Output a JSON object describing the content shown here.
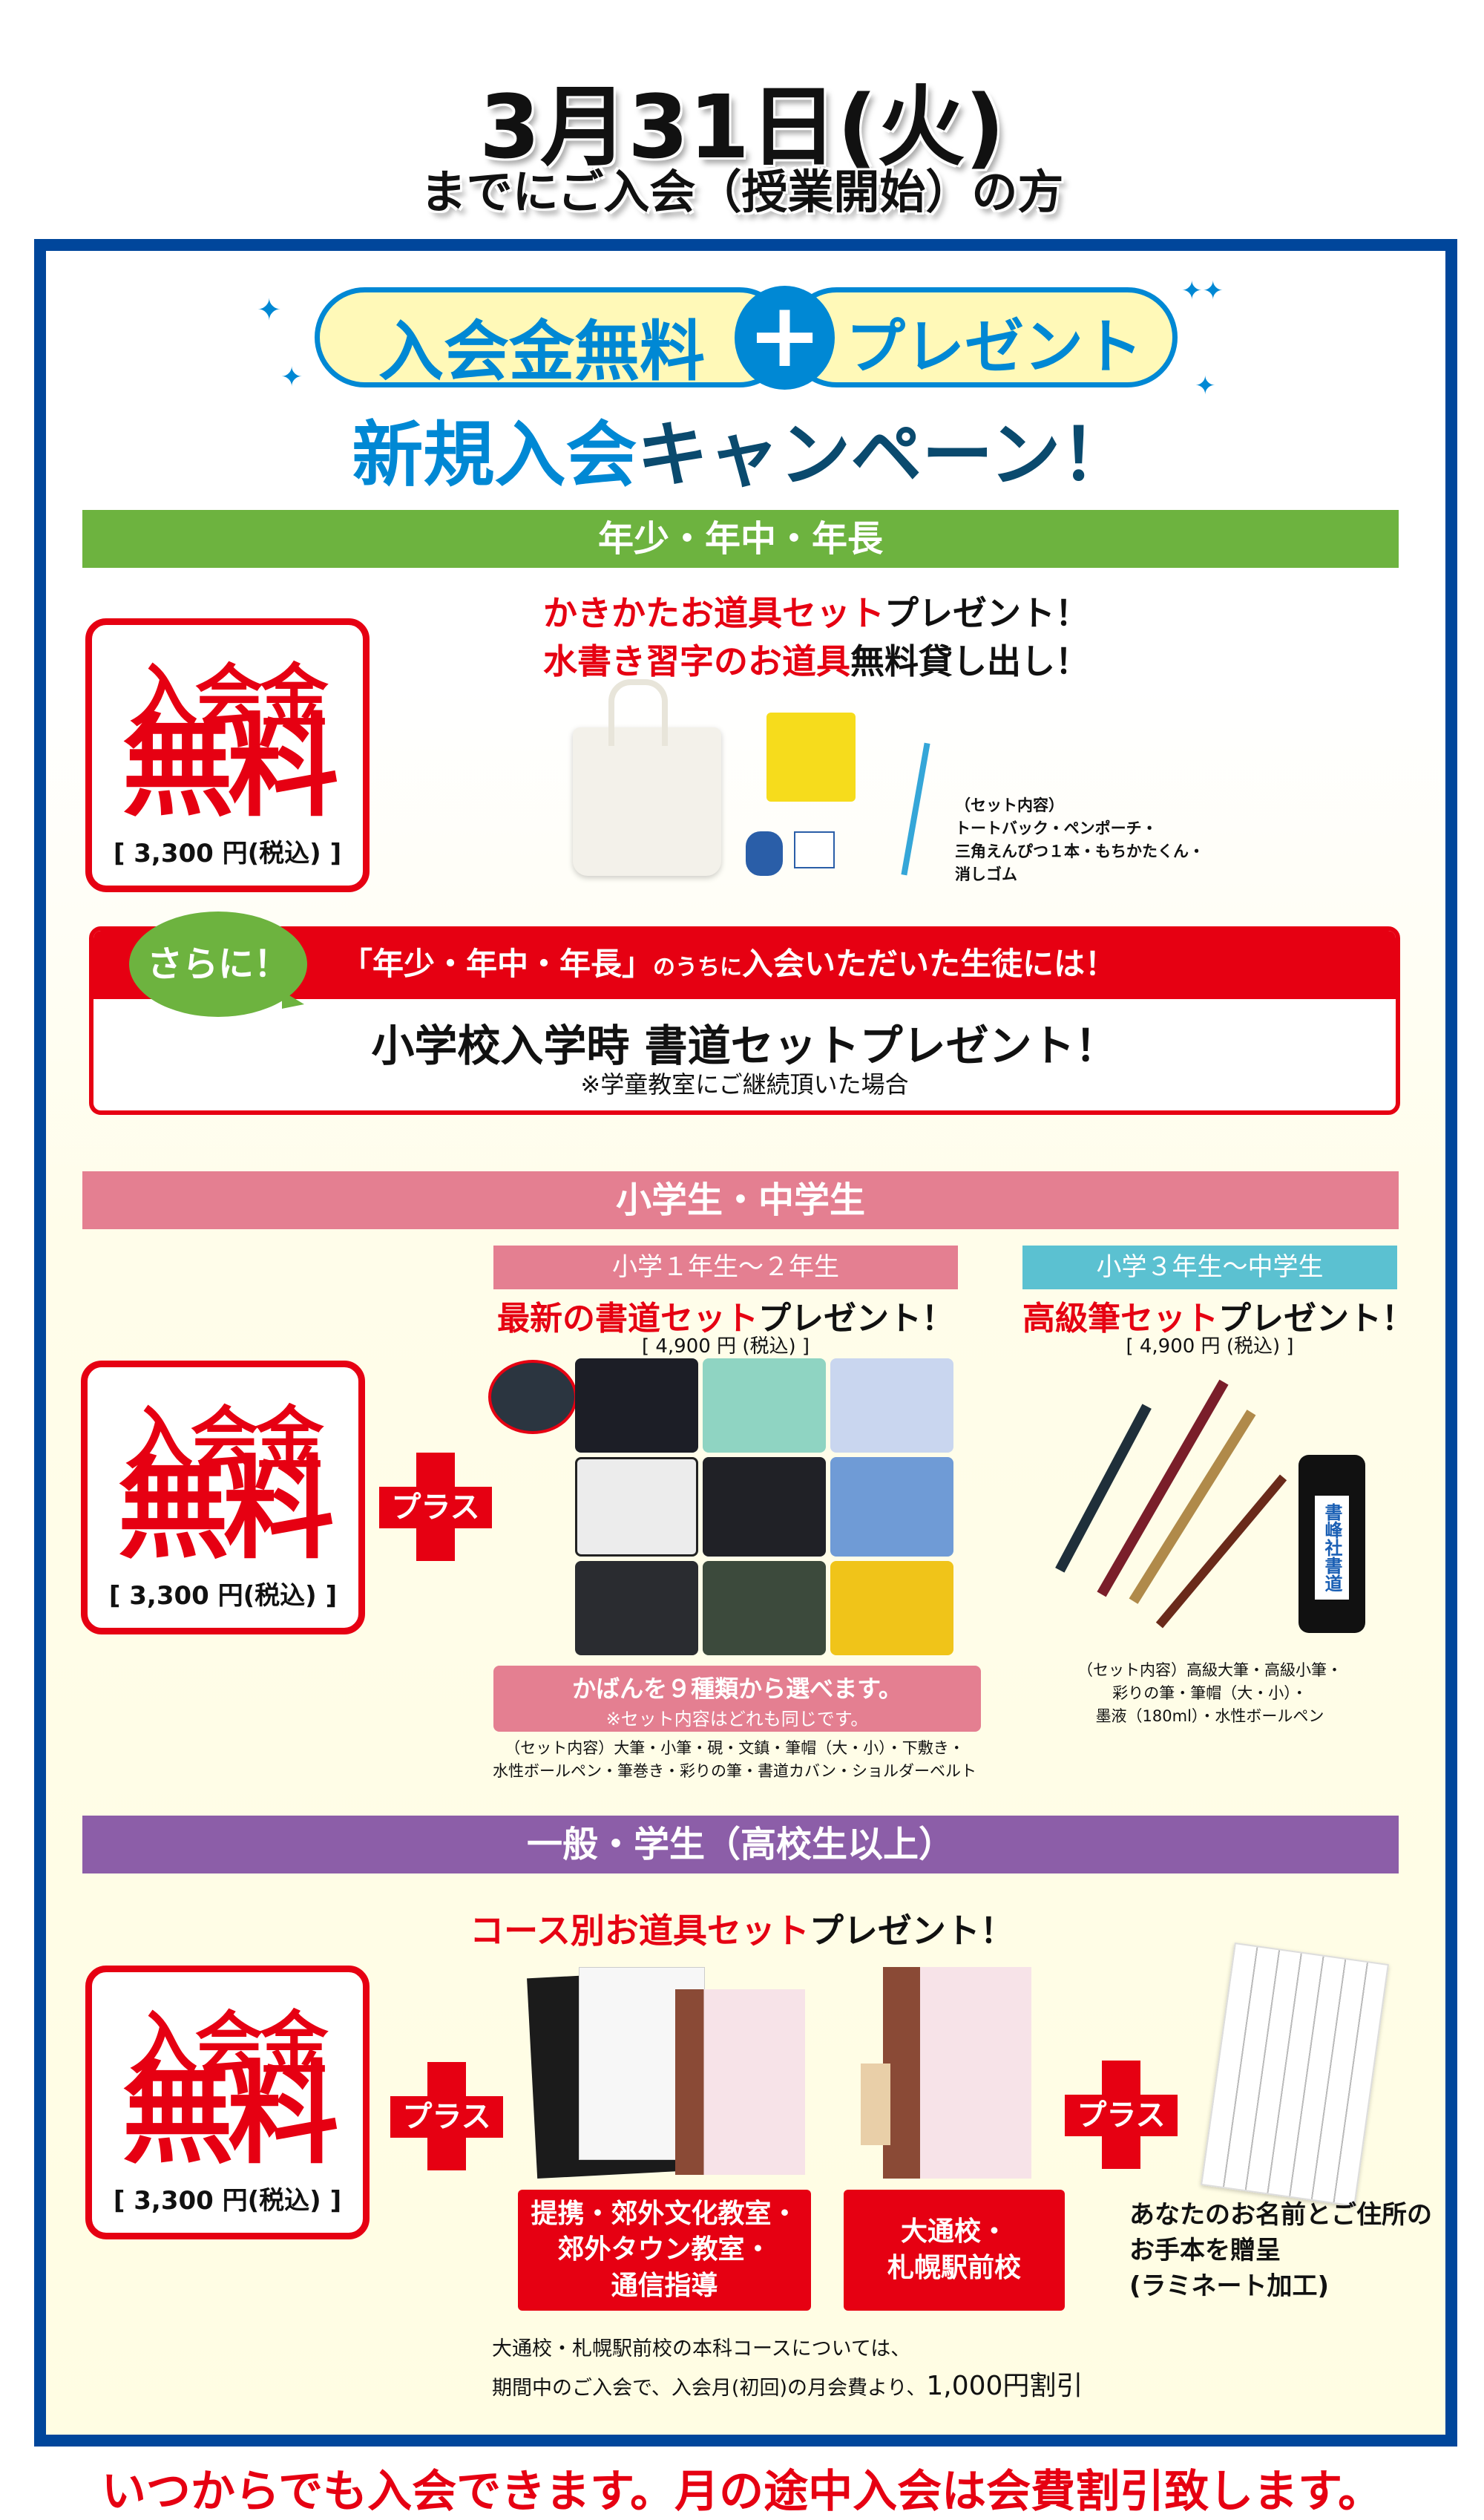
{
  "header": {
    "date": "3月31日(火)",
    "subtitle": "までにご入会（授業開始）の方"
  },
  "campaign": {
    "pill_left": "入会金無料",
    "plus": "+",
    "pill_right": "プレゼント",
    "title_a": "新規入会",
    "title_b": "キャンペーン！"
  },
  "colors": {
    "frame": "#00469b",
    "red": "#e60012",
    "green": "#6db33f",
    "pink": "#e47f91",
    "teal": "#5bc1d1",
    "purple": "#8c5ea8",
    "blue": "#0088d4"
  },
  "free_badge": {
    "line1": "入会金",
    "line2": "無料",
    "price": "[ 3,300 円(税込) ]"
  },
  "plus_label": "プラス",
  "preschool": {
    "bar": "年少・年中・年長",
    "heading1_red": "かきかたお道具セット",
    "heading1_black": "プレゼント！",
    "heading2_red": "水書き習字のお道具",
    "heading2_black": "無料貸し出し！",
    "contents": [
      "（セット内容）",
      "トートバック・ペンポーチ・",
      "三角えんぴつ１本・もちかたくん・",
      "消しゴム"
    ],
    "extra": {
      "bubble": "さらに！",
      "banner_a": "「年少・年中・年長」",
      "banner_b": "のうちに",
      "banner_c": "入会いただいた生徒には！",
      "main": "小学校入学時 書道セットプレゼント！",
      "note": "※学童教室にご継続頂いた場合"
    }
  },
  "elementary": {
    "bar": "小学生・中学生",
    "left": {
      "tag": "小学１年生〜２年生",
      "heading_red": "最新の書道セット",
      "heading_black": "プレゼント！",
      "price": "[ 4,900 円 (税込) ]",
      "caption1": "かばんを９種類から選べます。",
      "caption2": "※セット内容はどれも同じです。",
      "contents": [
        "（セット内容）大筆・小筆・硯・文鎮・筆帽（大・小）・下敷き・",
        "水性ボールペン・筆巻き・彩りの筆・書道カバン・ショルダーベルト"
      ]
    },
    "right": {
      "tag": "小学３年生〜中学生",
      "heading_red": "高級筆セット",
      "heading_black": "プレゼント！",
      "price": "[ 4,900 円 (税込) ]",
      "bottle_label": "書峰社書道",
      "contents": [
        "（セット内容）高級大筆・高級小筆・",
        "彩りの筆・筆帽（大・小）・",
        "墨液（180ml）・水性ボールペン"
      ]
    }
  },
  "general": {
    "bar": "一般・学生（高校生以上）",
    "heading_red": "コース別お道具セット",
    "heading_black": "プレゼント！",
    "label1": [
      "提携・郊外文化教室・",
      "郊外タウン教室・",
      "通信指導"
    ],
    "label2": [
      "大通校・",
      "札幌駅前校"
    ],
    "gift": [
      "あなたのお名前とご住所の",
      "お手本を贈呈",
      "(ラミネート加工)"
    ],
    "note": [
      "大通校・札幌駅前校の本科コースについては、",
      "期間中のご入会で、入会月(初回)の月会費より、",
      "1,000円割引"
    ]
  },
  "footer": "いつからでも入会できます。月の途中入会は会費割引致します。"
}
